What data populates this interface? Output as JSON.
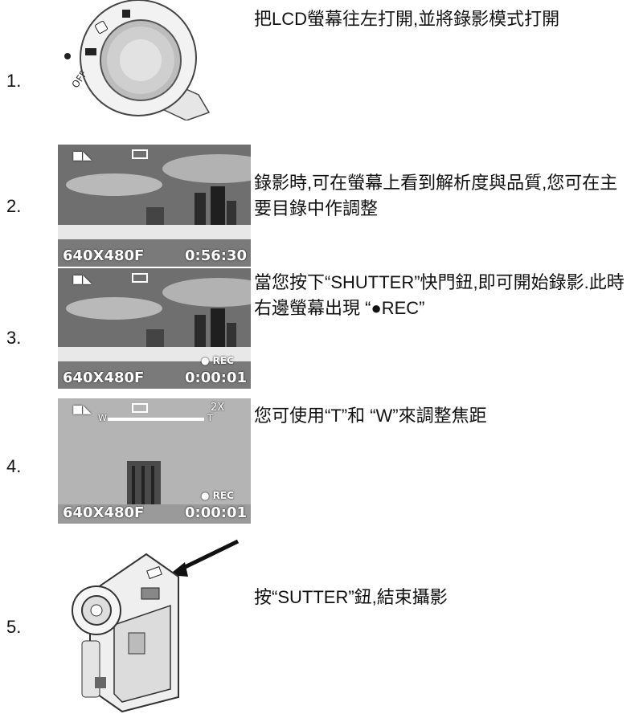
{
  "steps": [
    {
      "number": "1.",
      "text": "把LCD螢幕往左打開,並將錄影模式打開",
      "dial_label": "OFF"
    },
    {
      "number": "2.",
      "text": "錄影時,可在螢幕上看到解析度與品質,您可在主要目錄中作調整",
      "resolution": "640X480F",
      "time": "0:56:30"
    },
    {
      "number": "3.",
      "text": "當您按下“SHUTTER”快門鈕,即可開始錄影.此時右邊螢幕出現 “●REC”",
      "resolution": "640X480F",
      "time": "0:00:01",
      "rec": "● REC"
    },
    {
      "number": "4.",
      "text": "您可使用“T”和 “W”來調整焦距",
      "resolution": "640X480F",
      "time": "0:00:01",
      "rec": "● REC",
      "zoom": "2X",
      "zoom_w": "W",
      "zoom_t": "T"
    },
    {
      "number": "5.",
      "text": "按“SUTTER”鈕,結束攝影"
    }
  ]
}
